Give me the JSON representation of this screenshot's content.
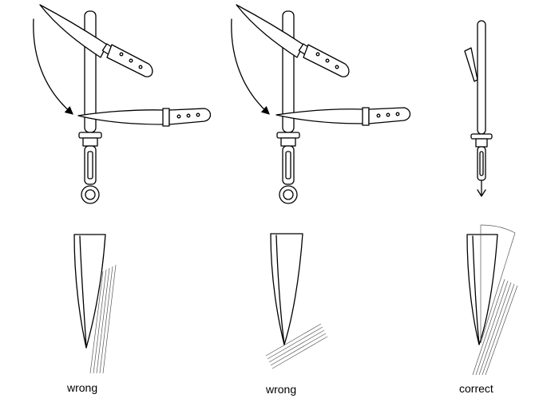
{
  "captions": {
    "panel1": "wrong",
    "panel2": "wrong",
    "panel3": "correct"
  },
  "colors": {
    "ink": "#000000",
    "background": "#ffffff",
    "fine_line": "#555555"
  }
}
